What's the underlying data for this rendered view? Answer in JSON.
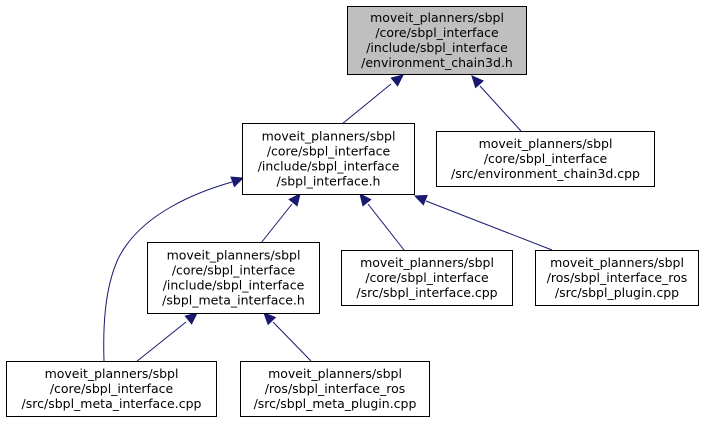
{
  "colors": {
    "edge": "#191970",
    "node_fill": "#ffffff",
    "highlight_fill": "#bfbfbf",
    "node_border": "#000000"
  },
  "nodes": [
    {
      "id": "env_chain3d_h",
      "highlight": true,
      "lines": [
        "moveit_planners/sbpl",
        "/core/sbpl_interface",
        "/include/sbpl_interface",
        "/environment_chain3d.h"
      ]
    },
    {
      "id": "sbpl_interface_h",
      "highlight": false,
      "lines": [
        "moveit_planners/sbpl",
        "/core/sbpl_interface",
        "/include/sbpl_interface",
        "/sbpl_interface.h"
      ]
    },
    {
      "id": "env_chain3d_cpp",
      "highlight": false,
      "lines": [
        "moveit_planners/sbpl",
        "/core/sbpl_interface",
        "/src/environment_chain3d.cpp"
      ]
    },
    {
      "id": "sbpl_meta_interface_h",
      "highlight": false,
      "lines": [
        "moveit_planners/sbpl",
        "/core/sbpl_interface",
        "/include/sbpl_interface",
        "/sbpl_meta_interface.h"
      ]
    },
    {
      "id": "sbpl_interface_cpp",
      "highlight": false,
      "lines": [
        "moveit_planners/sbpl",
        "/core/sbpl_interface",
        "/src/sbpl_interface.cpp"
      ]
    },
    {
      "id": "sbpl_plugin_cpp",
      "highlight": false,
      "lines": [
        "moveit_planners/sbpl",
        "/ros/sbpl_interface_ros",
        "/src/sbpl_plugin.cpp"
      ]
    },
    {
      "id": "sbpl_meta_interface_cpp",
      "highlight": false,
      "lines": [
        "moveit_planners/sbpl",
        "/core/sbpl_interface",
        "/src/sbpl_meta_interface.cpp"
      ]
    },
    {
      "id": "sbpl_meta_plugin_cpp",
      "highlight": false,
      "lines": [
        "moveit_planners/sbpl",
        "/ros/sbpl_interface_ros",
        "/src/sbpl_meta_plugin.cpp"
      ]
    }
  ],
  "edges": [
    {
      "from": "sbpl_interface_h",
      "to": "env_chain3d_h"
    },
    {
      "from": "env_chain3d_cpp",
      "to": "env_chain3d_h"
    },
    {
      "from": "sbpl_meta_interface_h",
      "to": "sbpl_interface_h"
    },
    {
      "from": "sbpl_interface_cpp",
      "to": "sbpl_interface_h"
    },
    {
      "from": "sbpl_plugin_cpp",
      "to": "sbpl_interface_h"
    },
    {
      "from": "sbpl_meta_interface_cpp",
      "to": "sbpl_interface_h"
    },
    {
      "from": "sbpl_meta_interface_cpp",
      "to": "sbpl_meta_interface_h"
    },
    {
      "from": "sbpl_meta_plugin_cpp",
      "to": "sbpl_meta_interface_h"
    }
  ]
}
